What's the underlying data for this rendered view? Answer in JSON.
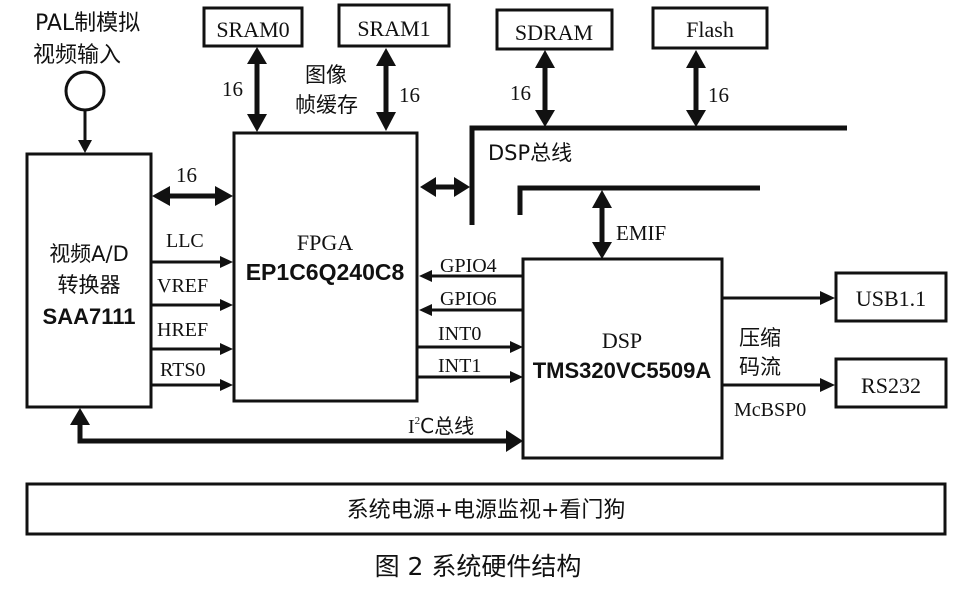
{
  "input": {
    "label_line1": "PAL制模拟",
    "label_line2": "视频输入"
  },
  "memory": {
    "sram0": "SRAM0",
    "sram1": "SRAM1",
    "sdram": "SDRAM",
    "flash": "Flash",
    "bus_width_sram0": "16",
    "bus_width_sram1": "16",
    "bus_width_sdram": "16",
    "bus_width_flash": "16",
    "frame_buffer_line1": "图像",
    "frame_buffer_line2": "帧缓存"
  },
  "adc": {
    "line1": "视频A/D",
    "line2": "转换器",
    "line3": "SAA7111"
  },
  "fpga": {
    "line1": "FPGA",
    "line2": "EP1C6Q240C8"
  },
  "dsp": {
    "line1": "DSP",
    "line2": "TMS320VC5509A"
  },
  "signals": {
    "data_width": "16",
    "llc": "LLC",
    "vref": "VREF",
    "href": "HREF",
    "rts0": "RTS0",
    "gpio4": "GPIO4",
    "gpio6": "GPIO6",
    "int0": "INT0",
    "int1": "INT1",
    "dsp_bus": "DSP总线",
    "emif": "EMIF",
    "i2c_prefix": "I",
    "i2c_sup": "2",
    "i2c_suffix": "C总线",
    "compressed_line1": "压缩",
    "compressed_line2": "码流",
    "mcbsp0": "McBSP0"
  },
  "peripherals": {
    "usb": "USB1.1",
    "rs232": "RS232"
  },
  "power": {
    "label": "系统电源+电源监视+看门狗"
  },
  "caption": {
    "label": "图 2   系统硬件结构"
  }
}
